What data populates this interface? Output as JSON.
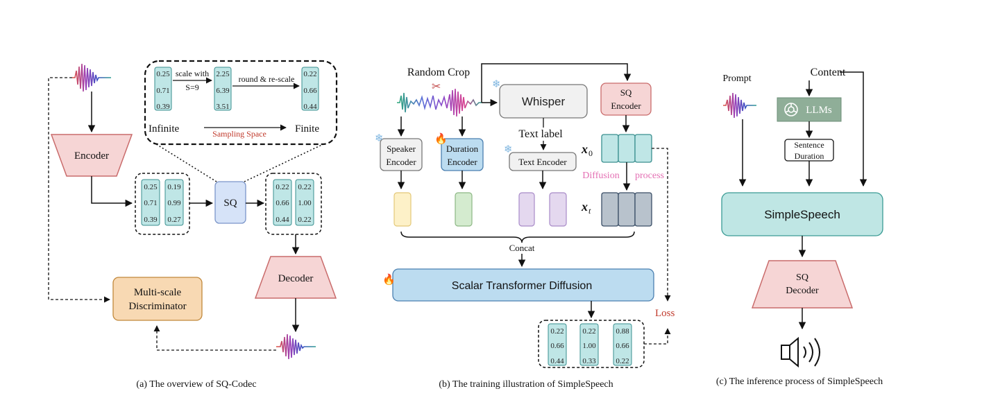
{
  "panel_a": {
    "caption": "(a) The overview of SQ-Codec",
    "encoder": "Encoder",
    "decoder": "Decoder",
    "sq": "SQ",
    "discriminator_line1": "Multi-scale",
    "discriminator_line2": "Discriminator",
    "inset": {
      "col1": [
        "0.25",
        "0.71",
        "0.39"
      ],
      "col2": [
        "2.25",
        "6.39",
        "3.51"
      ],
      "col3": [
        "0.22",
        "0.66",
        "0.44"
      ],
      "scale_label_1": "scale with",
      "scale_label_2": "S=9",
      "round_label": "round & re-scale",
      "infinite": "Infinite",
      "finite": "Finite",
      "sampling_space": "Sampling Space"
    },
    "latent_left": {
      "col1": [
        "0.25",
        "0.71",
        "0.39"
      ],
      "col2": [
        "0.19",
        "0.99",
        "0.27"
      ]
    },
    "latent_right": {
      "col1": [
        "0.22",
        "0.66",
        "0.44"
      ],
      "col2": [
        "0.22",
        "1.00",
        "0.22"
      ]
    }
  },
  "panel_b": {
    "caption": "(b) The training illustration of SimpleSpeech",
    "random_crop": "Random Crop",
    "whisper": "Whisper",
    "sq_encoder_1": "SQ",
    "sq_encoder_2": "Encoder",
    "text_label": "Text label",
    "speaker_encoder_1": "Speaker",
    "speaker_encoder_2": "Encoder",
    "duration_encoder_1": "Duration",
    "duration_encoder_2": "Encoder",
    "text_encoder": "Text Encoder",
    "x0": "x",
    "x0_sub": "0",
    "xt": "x",
    "xt_sub": "t",
    "diffusion": "Diffusion",
    "process": "process",
    "concat": "Concat",
    "transformer": "Scalar Transformer Diffusion",
    "loss": "Loss",
    "output": {
      "col1": [
        "0.22",
        "0.66",
        "0.44"
      ],
      "col2": [
        "0.22",
        "1.00",
        "0.33"
      ],
      "col3": [
        "0.88",
        "0.66",
        "0.22"
      ]
    }
  },
  "panel_c": {
    "caption": "(c) The inference process of SimpleSpeech",
    "prompt": "Prompt",
    "content": "Content",
    "llms": "LLMs",
    "sentence": "Sentence",
    "duration": "Duration",
    "simplespeech": "SimpleSpeech",
    "sq_decoder_1": "SQ",
    "sq_decoder_2": "Decoder"
  },
  "colors": {
    "encoder_fill": "#f6d5d5",
    "encoder_stroke": "#c96b6b",
    "cell_fill": "#bfe6e6",
    "cell_stroke": "#3a8f8f",
    "sq_fill": "#d6e3f8",
    "disc_fill": "#f8d9b3",
    "transformer_fill": "#bcdcf0",
    "simplespeech_fill": "#bfe6e4",
    "llm_fill": "#8fae98",
    "red_text": "#c0392b",
    "pink_text": "#e46fb3"
  }
}
